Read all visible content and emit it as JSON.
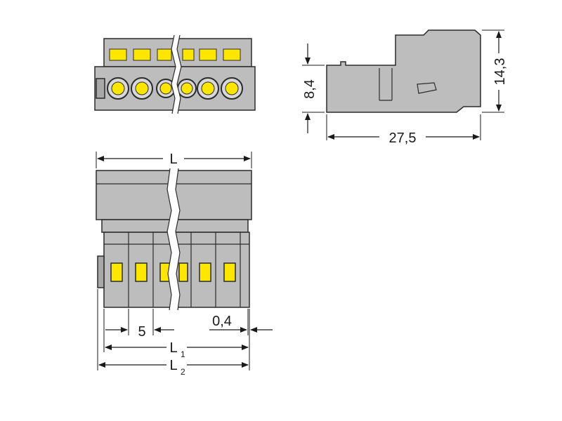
{
  "dimensions": {
    "height_small": "8,4",
    "height_total": "14,3",
    "depth": "27,5",
    "length": "L",
    "pitch": "5",
    "offset": "0,4",
    "length_1": "L",
    "length_1_sub": "1",
    "length_2": "L",
    "length_2_sub": "2"
  },
  "colors": {
    "housing": "#bdbdbd",
    "housing_dark": "#a8a8a8",
    "contact": "#ffe600",
    "outline": "#2b2b2b"
  }
}
